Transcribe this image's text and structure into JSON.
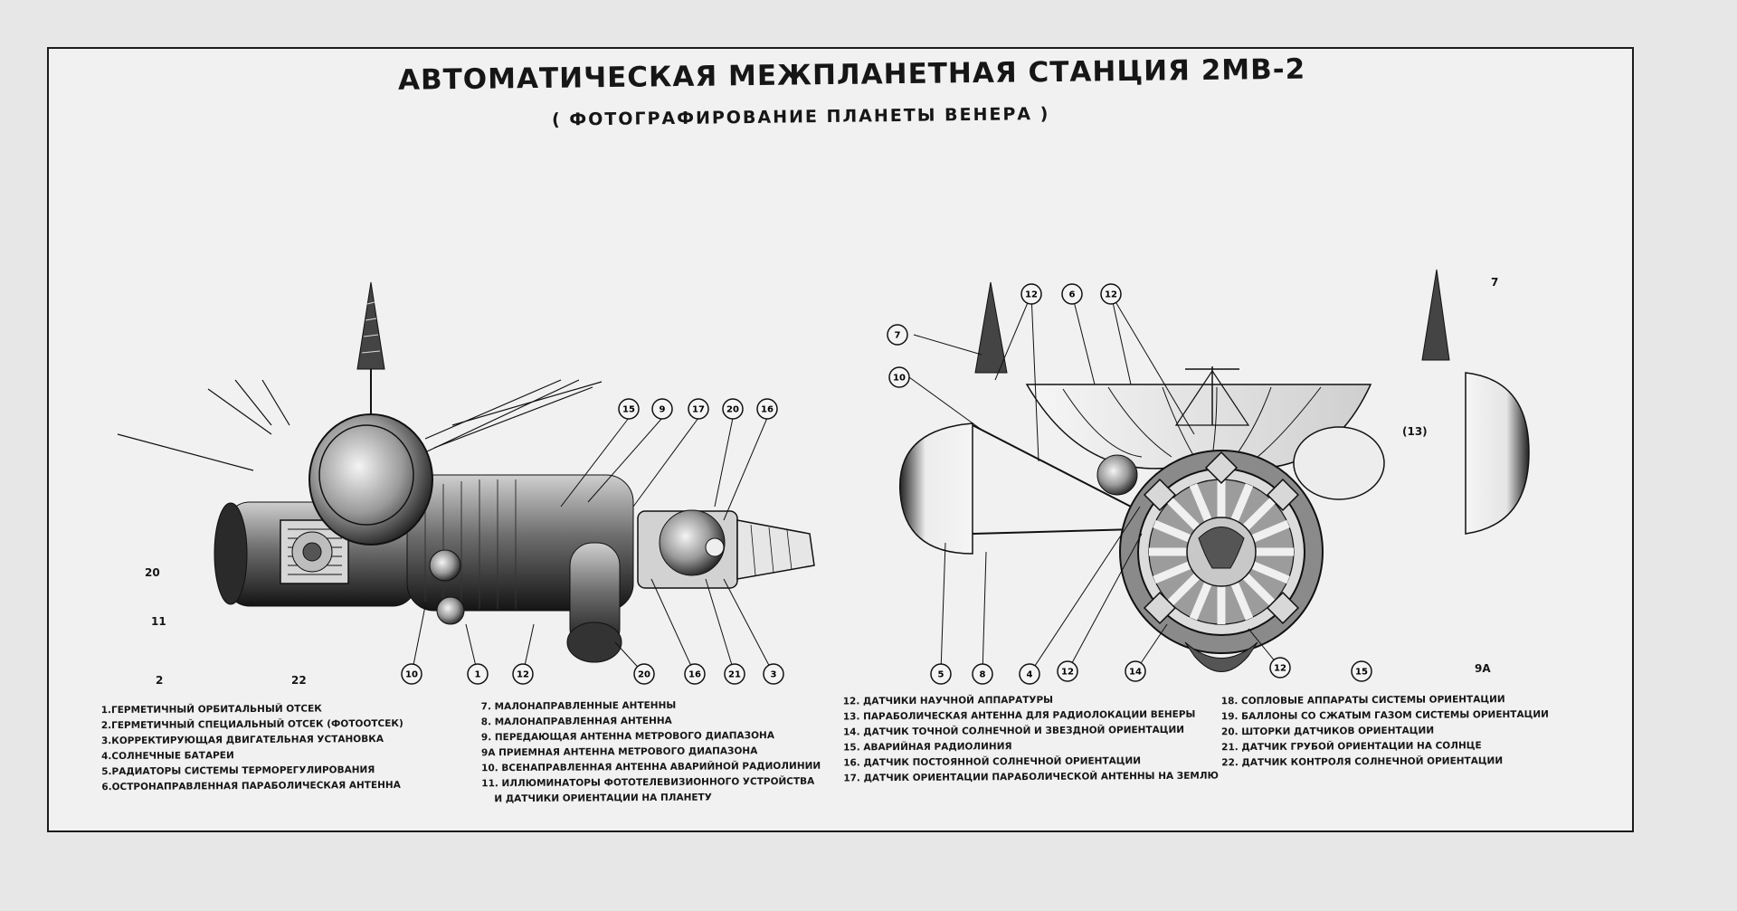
{
  "title": "АВТОМАТИЧЕСКАЯ МЕЖПЛАНЕТНАЯ СТАНЦИЯ 2МВ-2",
  "subtitle": "( ФОТОГРАФИРОВАНИЕ ПЛАНЕТЫ ВЕНЕРА )",
  "callouts_left": [
    "15",
    "9",
    "17",
    "20",
    "16",
    "10",
    "1",
    "12",
    "20",
    "16",
    "21",
    "3"
  ],
  "callouts_right": [
    "7",
    "10",
    "12",
    "6",
    "12",
    "5",
    "8",
    "4",
    "12",
    "14",
    "12",
    "15"
  ],
  "stray_labels": [
    "20",
    "11",
    "2",
    "22",
    "7",
    "(13)",
    "9А"
  ],
  "legend": {
    "col1": [
      "1.ГЕРМЕТИЧНЫЙ ОРБИТАЛЬНЫЙ ОТСЕК",
      "2.ГЕРМЕТИЧНЫЙ СПЕЦИАЛЬНЫЙ ОТСЕК (ФОТООТСЕК)",
      "3.КОРРЕКТИРУЮЩАЯ ДВИГАТЕЛЬНАЯ УСТАНОВКА",
      "4.СОЛНЕЧНЫЕ БАТАРЕИ",
      "5.РАДИАТОРЫ СИСТЕМЫ ТЕРМОРЕГУЛИРОВАНИЯ",
      "6.ОСТРОНАПРАВЛЕННАЯ ПАРАБОЛИЧЕСКАЯ АНТЕННА"
    ],
    "col2": [
      "7. МАЛОНАПРАВЛЕННЫЕ АНТЕННЫ",
      "8. МАЛОНАПРАВЛЕННАЯ АНТЕННА",
      "9. ПЕРЕДАЮЩАЯ АНТЕННА МЕТРОВОГО ДИАПАЗОНА",
      "9А ПРИЕМНАЯ АНТЕННА МЕТРОВОГО ДИАПАЗОНА",
      "10. ВСЕНАПРАВЛЕННАЯ АНТЕННА АВАРИЙНОЙ РАДИОЛИНИИ",
      "11. ИЛЛЮМИНАТОРЫ ФОТОТЕЛЕВИЗИОННОГО УСТРОЙСТВА",
      "И ДАТЧИКИ ОРИЕНТАЦИИ НА ПЛАНЕТУ"
    ],
    "col3": [
      "12. ДАТЧИКИ НАУЧНОЙ АППАРАТУРЫ",
      "13. ПАРАБОЛИЧЕСКАЯ АНТЕННА ДЛЯ РАДИОЛОКАЦИИ ВЕНЕРЫ",
      "14. ДАТЧИК ТОЧНОЙ СОЛНЕЧНОЙ И ЗВЕЗДНОЙ ОРИЕНТАЦИИ",
      "15. АВАРИЙНАЯ РАДИОЛИНИЯ",
      "16. ДАТЧИК ПОСТОЯННОЙ СОЛНЕЧНОЙ ОРИЕНТАЦИИ",
      "17. ДАТЧИК ОРИЕНТАЦИИ ПАРАБОЛИЧЕСКОЙ АНТЕННЫ НА ЗЕМЛЮ"
    ],
    "col4": [
      "18. СОПЛОВЫЕ АППАРАТЫ СИСТЕМЫ ОРИЕНТАЦИИ",
      "19. БАЛЛОНЫ СО СЖАТЫМ ГАЗОМ СИСТЕМЫ ОРИЕНТАЦИИ",
      "20. ШТОРКИ ДАТЧИКОВ ОРИЕНТАЦИИ",
      "21. ДАТЧИК ГРУБОЙ ОРИЕНТАЦИИ НА СОЛНЦЕ",
      "22. ДАТЧИК КОНТРОЛЯ СОЛНЕЧНОЙ ОРИЕНТАЦИИ"
    ]
  }
}
